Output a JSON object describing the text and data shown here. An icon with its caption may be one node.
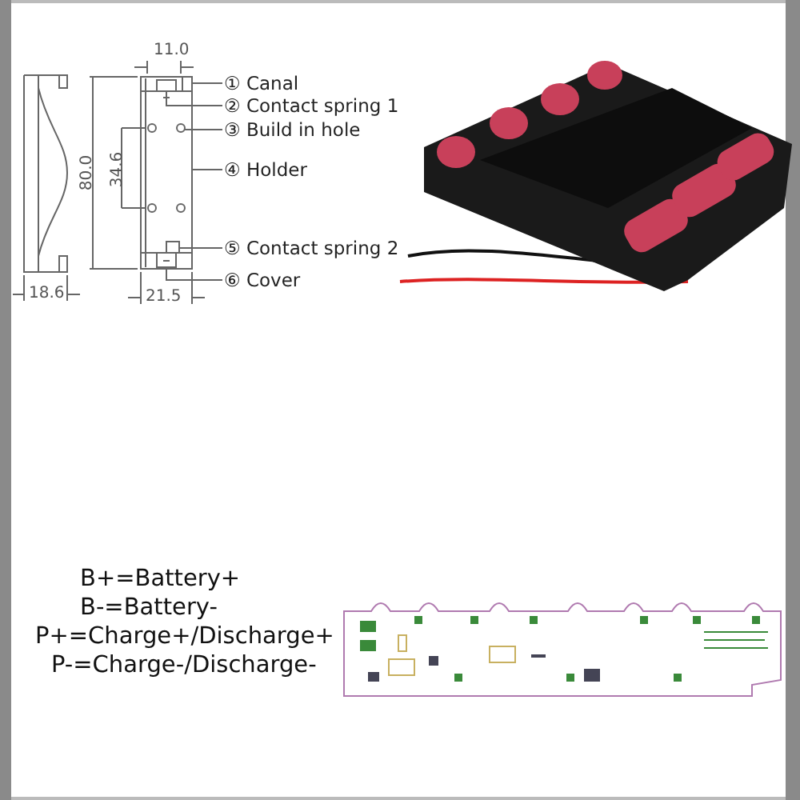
{
  "diagram": {
    "nodes": [
      {
        "text": [
          "① Canal"
        ]
      },
      {
        "text": [
          "② Contact spring 1"
        ]
      },
      {
        "text": [
          "③ Build in hole"
        ]
      },
      {
        "text": [
          "④ Holder"
        ]
      },
      {
        "text": [
          "⑤ Contact spring 2"
        ]
      },
      {
        "text": [
          "⑥ Cover"
        ]
      },
      {
        "text": [],
        "shape": "box"
      },
      {
        "text": [],
        "shape": "box",
        "in": 6
      },
      {
        "text": [],
        "shape": "box",
        "in": 6
      },
      {
        "text": [],
        "shape": "circle",
        "in": 6
      },
      {
        "text": [],
        "shape": "box",
        "in": 6
      },
      {
        "text": [],
        "shape": "box",
        "in": 6
      }
    ],
    "edges": [
      {
        "from": 0,
        "to": 7,
        "arrow": "none"
      },
      {
        "from": 1,
        "to": 8,
        "arrow": "none"
      },
      {
        "from": 2,
        "to": 9,
        "arrow": "none"
      },
      {
        "from": 3,
        "to": 6,
        "arrow": "none"
      },
      {
        "from": 4,
        "to": 10,
        "arrow": "none"
      },
      {
        "from": 5,
        "to": 11,
        "arrow": "none"
      }
    ],
    "labels": [
      "11.0",
      "80.0",
      "34.6",
      "18.6",
      "21.5",
      "B+=Battery+",
      "B-=Battery-",
      "P+=Charge+/Discharge+",
      "P-=Charge-/Discharge-"
    ]
  }
}
